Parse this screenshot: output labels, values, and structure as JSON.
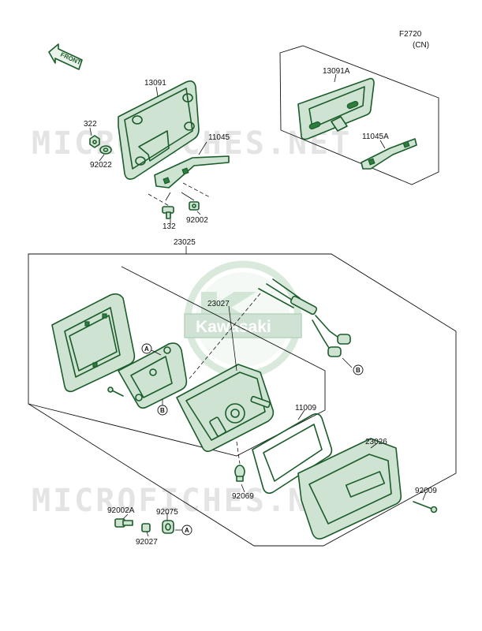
{
  "header": {
    "figure_code": "F2720",
    "region": "(CN)"
  },
  "front_arrow": {
    "label": "FRONT"
  },
  "watermark": {
    "brand": "Kawasaki",
    "site_top": "MICROFICHES.NET",
    "site_bottom": "MICROFICHES.NET"
  },
  "parts": {
    "p13091": "13091",
    "p13091A": "13091A",
    "p11045": "11045",
    "p11045A": "11045A",
    "p322": "322",
    "p92022": "92022",
    "p132": "132",
    "p92002": "92002",
    "p23025": "23025",
    "p23027": "23027",
    "p11009": "11009",
    "p23026": "23026",
    "p92069": "92069",
    "p92009": "92009",
    "p92002A": "92002A",
    "p92075": "92075",
    "p92027": "92027"
  },
  "refs": {
    "a": "A",
    "b": "B"
  },
  "colors": {
    "ink": "#1a5c2a",
    "fill": "#cfe3d2",
    "watermark": "#e4e4e4"
  }
}
